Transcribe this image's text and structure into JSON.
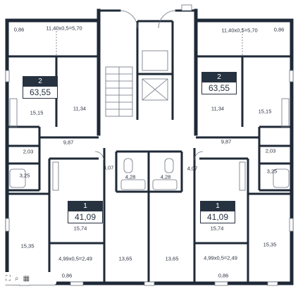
{
  "units": [
    {
      "id": "left-top",
      "rooms": "2",
      "area": "63,55"
    },
    {
      "id": "right-top",
      "rooms": "2",
      "area": "63,55"
    },
    {
      "id": "left-bottom",
      "rooms": "1",
      "area": "41,09"
    },
    {
      "id": "right-bottom",
      "rooms": "1",
      "area": "41,09"
    }
  ],
  "labels": {
    "tl_balcony_small": "0,86",
    "tl_balcony": "11,40x0,5=5,70",
    "tr_balcony": "11,40x0,5=5,70",
    "tr_balcony_small": "0,86",
    "tl_room": "15,15",
    "tl_room2": "11,34",
    "tr_room2": "11,34",
    "tr_room": "15,15",
    "tl_hall": "9,87",
    "tr_hall": "9,87",
    "tl_wc": "2,03",
    "tr_wc": "2,03",
    "tl_bath": "3,25",
    "tr_bath": "3,25",
    "cl_hall": "4,07",
    "cr_hall": "4,07",
    "cl_bath": "4,28",
    "cr_bath": "4,28",
    "bl_room": "15,74",
    "br_room": "15,74",
    "bl_big": "15,35",
    "br_big": "15,35",
    "bl_kitchen": "13,65",
    "br_kitchen": "13,65",
    "bl_balcony": "4,99x0,5=2,49",
    "br_balcony": "4,99x0,5=2,49",
    "bl_balcony_small": "0,86",
    "br_balcony_small": "0,86"
  },
  "colors": {
    "wall": "#1f2937",
    "line": "#6b7280",
    "badge": "#273240"
  }
}
